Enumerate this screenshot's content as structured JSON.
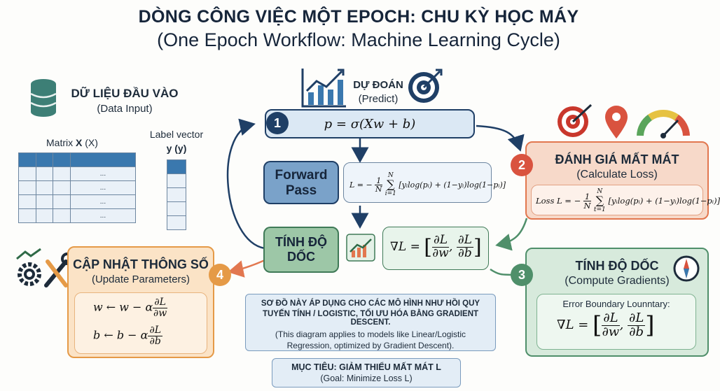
{
  "title": "DÒNG CÔNG VIỆC MỘT EPOCH: CHU KỲ HỌC MÁY",
  "subtitle": "(One Epoch Workflow: Machine Learning Cycle)",
  "data_input": {
    "title": "DỮ LIỆU ĐẦU VÀO",
    "subtitle": "(Data Input)",
    "matrix_label_prefix": "Matrix ",
    "matrix_label_bold": "X",
    "matrix_label_suffix": " (X)",
    "vector_label_line1": "Label vector",
    "vector_label_line2": "y (y)",
    "ellipsis": "..."
  },
  "predict": {
    "title": "DỰ ĐOÁN",
    "subtitle": "(Predict)",
    "step": "1",
    "formula": "p = σ(Xw + b)"
  },
  "forward_pass": {
    "line1": "Forward",
    "line2": "Pass",
    "formula_lhs": "L = −",
    "formula_frac_num": "1",
    "formula_frac_den": "N",
    "formula_sum_top": "N",
    "formula_sum_bottom": "i=1",
    "formula_body": "[yᵢlog(pᵢ) + (1−yᵢ)log(1−pᵢ)]"
  },
  "loss": {
    "step": "2",
    "title": "ĐÁNH GIÁ MẤT MÁT",
    "subtitle": "(Calculate Loss)",
    "formula_lhs": "Loss L = −",
    "formula_frac_num": "1",
    "formula_frac_den": "N",
    "formula_sum_top": "N",
    "formula_sum_bottom": "t=1",
    "formula_body": "[yᵢlog(pᵢ) + (1−yᵢ)log(1−pᵢ)]"
  },
  "gradient_center": {
    "line1": "TÍNH ĐỘ",
    "line2": "DỐC",
    "formula_lhs": "∇L = ",
    "d1_num": "∂L",
    "d1_den": "∂w",
    "d2_num": "∂L",
    "d2_den": "∂b"
  },
  "gradient": {
    "step": "3",
    "title": "TÍNH ĐỘ DỐC",
    "subtitle": "(Compute Gradients)",
    "caption": "Error Boundary Lounntary:",
    "formula_lhs": "∇L = ",
    "d1_num": "∂L",
    "d1_den": "∂w",
    "d2_num": "∂L",
    "d2_den": "∂b"
  },
  "update": {
    "step": "4",
    "title": "CẬP NHẬT THÔNG SỐ",
    "subtitle": "(Update Parameters)",
    "w_lhs": "w ← w − α",
    "w_num": "∂L",
    "w_den": "∂w",
    "b_lhs": "b ← b − α",
    "b_num": "∂L",
    "b_den": "∂b"
  },
  "note": {
    "line1": "SƠ ĐỒ NÀY ÁP DỤNG CHO CÁC MÔ HÌNH NHƯ HỒI QUY",
    "line2": "TUYẾN TÍNH / LOGISTIC, TỐI ƯU HÓA BẰNG GRADIENT DESCENT.",
    "line3": "(This diagram applies to models like Linear/Logistic",
    "line4": "Regression, optimized by Gradient Descent)."
  },
  "goal": {
    "line1": "MỤC TIÊU: GIẢM THIỂU MẤT MÁT L",
    "line2": "(Goal: Minimize Loss L)"
  },
  "colors": {
    "navy": "#1f3f66",
    "blue_box": "#dbe8f4",
    "orange": "#e2774f",
    "orange_box": "#f7d9c9",
    "green": "#4f8f6a",
    "green_box": "#d7eadc",
    "amber": "#e59a47",
    "amber_box": "#fbe3c6"
  }
}
